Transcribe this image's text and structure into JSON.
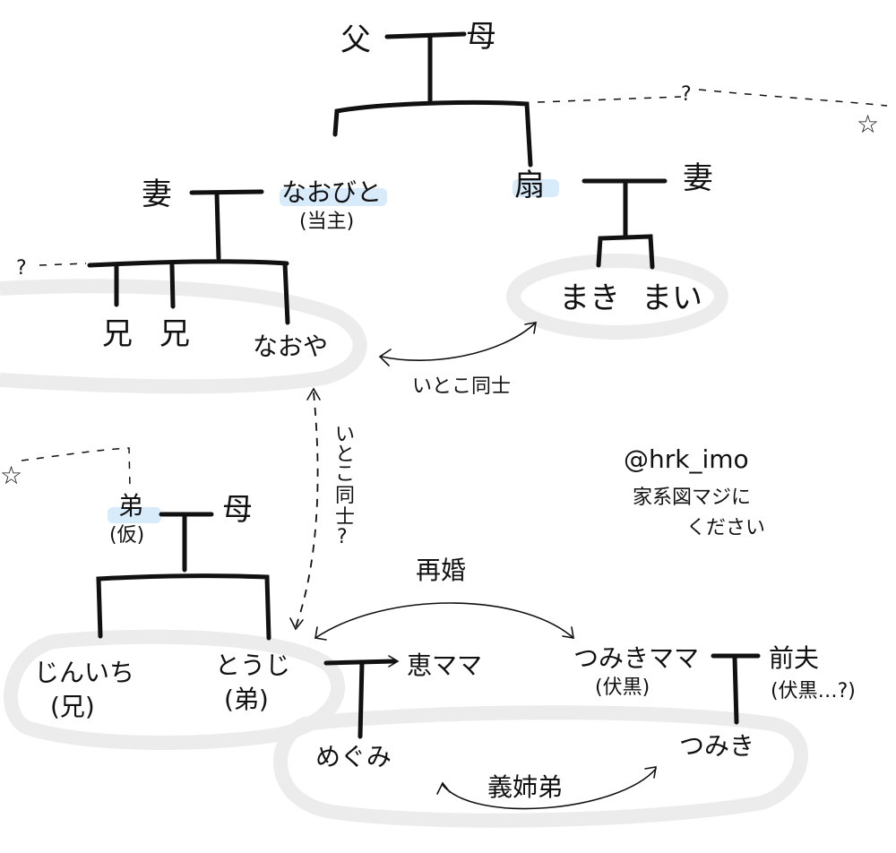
{
  "nodes": {
    "father": "父",
    "mother_top": "母",
    "wife_left": "妻",
    "naobito": "なおびと",
    "naobito_note": "(当主)",
    "ougi": "扇",
    "wife_right": "妻",
    "brother1": "兄",
    "brother2": "兄",
    "naoya": "なおや",
    "maki": "まき",
    "mai": "まい",
    "otouto_kari": "弟",
    "otouto_kari_note": "(仮)",
    "mother_bottom": "母",
    "jinichi": "じんいち",
    "jinichi_note": "(兄)",
    "touji": "とうじ",
    "touji_note": "(弟)",
    "megumi_mama": "恵ママ",
    "tsumiki_mama": "つみきママ",
    "tsumiki_mama_note": "(伏黒)",
    "ex_husband": "前夫",
    "ex_husband_note": "(伏黒…?)",
    "megumi": "めぐみ",
    "tsumiki": "つみき"
  },
  "annotations": {
    "question_left": "?",
    "question_right": "?",
    "star": "☆",
    "cousins_horizontal": "いとこ同士",
    "cousins_vertical": [
      "い",
      "と",
      "こ",
      "同",
      "士",
      "?"
    ],
    "remarriage": "再婚",
    "step_siblings": "義姉弟"
  },
  "credit": {
    "handle": "@hrk_imo",
    "note_line1": "家系図マジに",
    "note_line2": "ください"
  }
}
